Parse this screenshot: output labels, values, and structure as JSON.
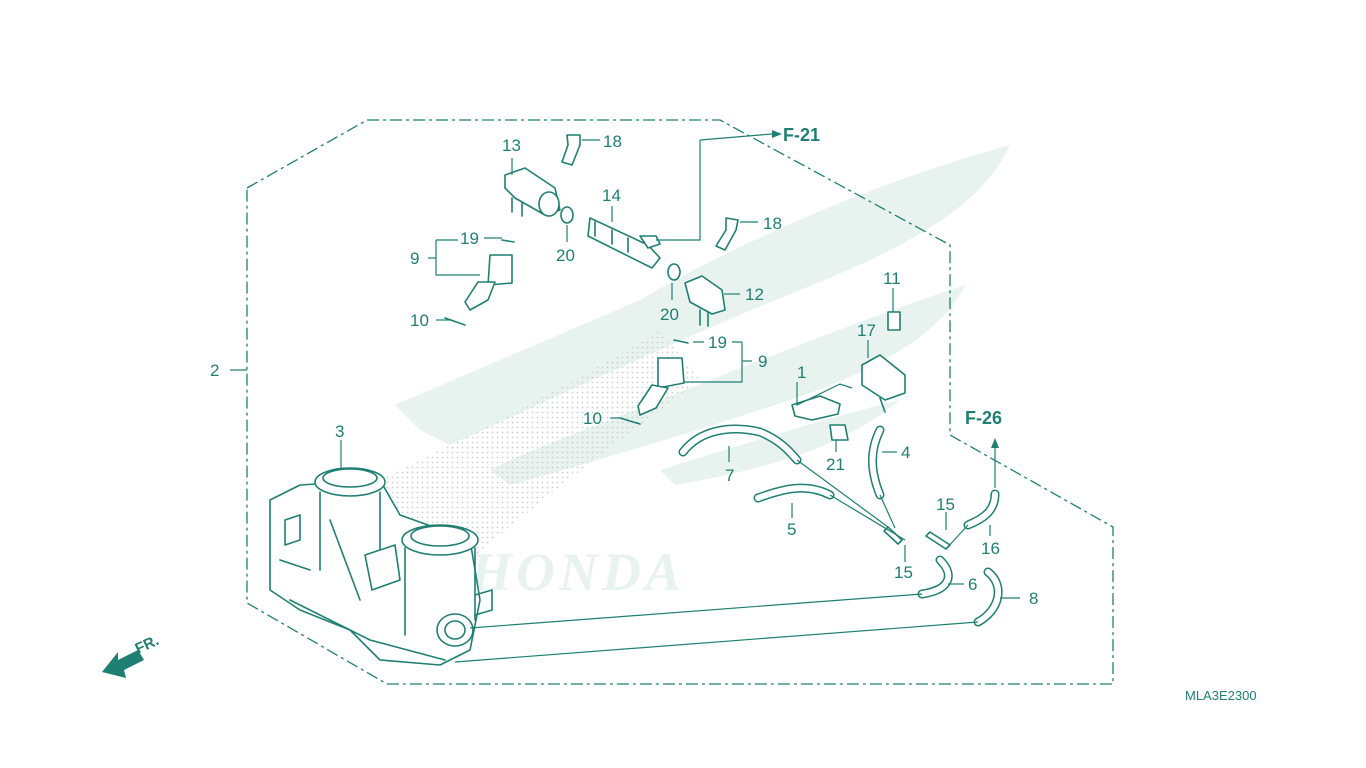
{
  "diagram": {
    "part_numbers": {
      "p1": "1",
      "p2": "2",
      "p3": "3",
      "p4": "4",
      "p5": "5",
      "p6": "6",
      "p7": "7",
      "p8": "8",
      "p9a": "9",
      "p9b": "9",
      "p10a": "10",
      "p10b": "10",
      "p11": "11",
      "p12": "12",
      "p13": "13",
      "p14": "14",
      "p15a": "15",
      "p15b": "15",
      "p16": "16",
      "p17": "17",
      "p18a": "18",
      "p18b": "18",
      "p19a": "19",
      "p19b": "19",
      "p20a": "20",
      "p20b": "20",
      "p21": "21"
    },
    "references": {
      "f21": "F-21",
      "f26": "F-26"
    },
    "front_indicator": "FR.",
    "diagram_code": "MLA3E2300",
    "watermark": "HONDA",
    "colors": {
      "line": "#1f7f72",
      "watermark": "#e8f2ef",
      "background": "#ffffff"
    }
  }
}
